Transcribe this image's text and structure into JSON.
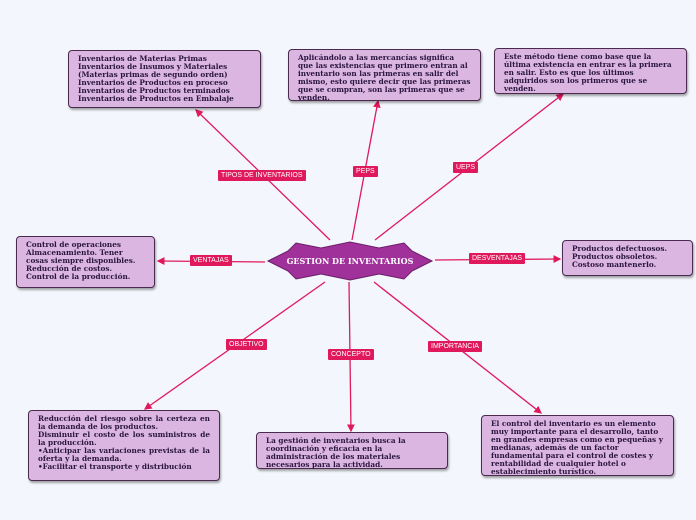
{
  "central": "GESTION DE INVENTARIOS",
  "colors": {
    "connector": "#e0195c",
    "box": "#dab6e0",
    "central": "#a0309a"
  },
  "branches": [
    {
      "label": "TIPOS DE INVENTARIOS",
      "text": "Inventarios de Materias Primas\nInventarios de Insumos y Materiales (Materias primas de segundo orden)\nInventarios de Productos en proceso\nInventarios de Productos terminados\nInventarios de Productos en Embalaje"
    },
    {
      "label": "PEPS",
      "text": "Aplicándolo a las mercancías significa que las existencias que primero entran al inventario son las primeras en salir del mismo, esto quiere decir que las primeras que se compran, son las primeras que se venden."
    },
    {
      "label": "UEPS",
      "text": "Este método tiene como base que la última existencia en entrar es la primera en salir. Esto es que los últimos adquiridos son los primeros que se venden."
    },
    {
      "label": "VENTAJAS",
      "text": "Control de operaciones\nAlmacenamiento.           Tener cosas siempre disponibles.\nReducción de costos.\nControl de la producción."
    },
    {
      "label": "DESVENTAJAS",
      "text": "Productos defectuosos.\nProductos obsoletos.  Costoso mantenerlo."
    },
    {
      "label": "OBJETIVO",
      "text": "Reducción del riesgo sobre la certeza en la demanda de los productos.\nDisminuir el costo de los suministros de la producción.\n•Anticipar las variaciones previstas de la oferta y la demanda.\n•Facilitar el transporte y distribución"
    },
    {
      "label": "CONCEPTO",
      "text": "La gestión de inventarios busca la coordinación y eficacia en la administración de los materiales necesarios para la actividad."
    },
    {
      "label": "IMPORTANCIA",
      "text": "El control del inventario es un elemento muy importante para el desarrollo, tanto en grandes empresas como en pequeñas y medianas, además de un factor fundamental para el control de costes y rentabilidad de cualquier hotel o establecimiento turístico."
    }
  ]
}
